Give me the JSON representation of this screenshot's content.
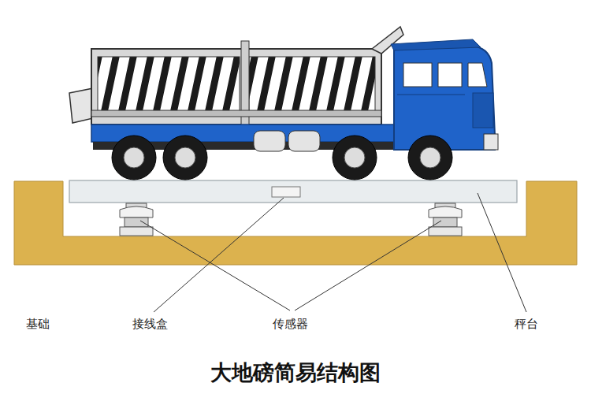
{
  "diagram": {
    "title": "大地磅简易结构图",
    "labels": [
      "基础",
      "接线盒",
      "传感器",
      "秤台"
    ]
  }
}
